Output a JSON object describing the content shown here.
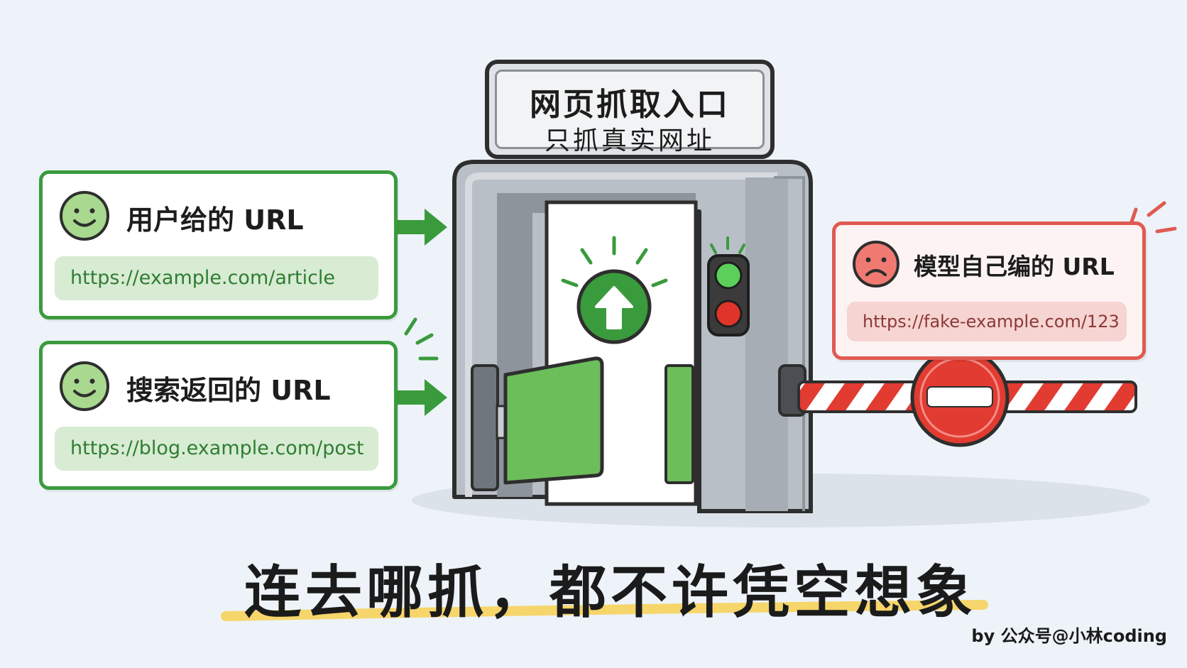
{
  "sign": {
    "title": "网页抓取入口",
    "subtitle": "只抓真实网址"
  },
  "sources": [
    {
      "label": "用户给的 URL",
      "url": "https://example.com/article",
      "face": "smile-icon"
    },
    {
      "label": "搜索返回的 URL",
      "url": "https://blog.example.com/post",
      "face": "smile-icon"
    }
  ],
  "rejected": {
    "label": "模型自己编的 URL",
    "url": "https://fake-example.com/123",
    "face": "frown-icon"
  },
  "headline": "连去哪抓，都不许凭空想象",
  "credit": "by 公众号@小林coding",
  "colors": {
    "accept": "#3a9b3d",
    "reject": "#e05a52",
    "highlight": "#f6d56b"
  }
}
